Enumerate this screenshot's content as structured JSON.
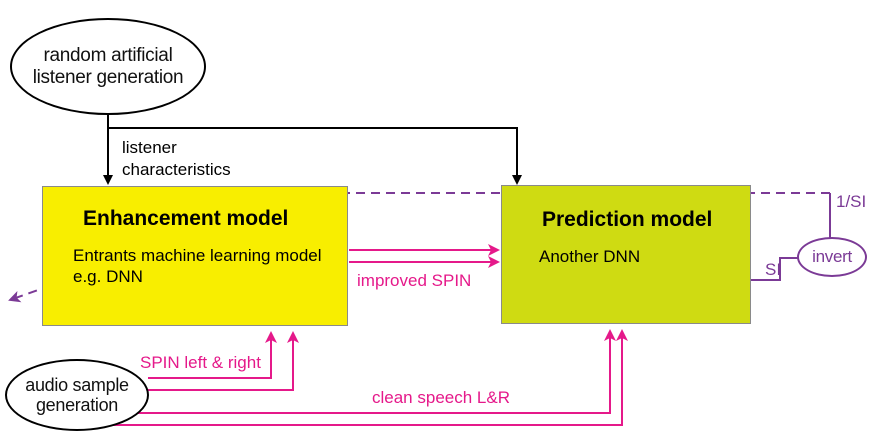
{
  "nodes": {
    "listener_gen": {
      "line1": "random artificial",
      "line2": "listener generation"
    },
    "audio_gen": {
      "line1": "audio sample",
      "line2": "generation"
    },
    "enhancement": {
      "title": "Enhancement model",
      "line1": "Entrants machine learning model",
      "line2": "e.g. DNN"
    },
    "prediction": {
      "title": "Prediction model",
      "line1": "Another DNN"
    },
    "invert": {
      "label": "invert"
    }
  },
  "labels": {
    "listener_char_1": "listener",
    "listener_char_2": "characteristics",
    "improved_spin": "improved SPIN",
    "spin_lr": "SPIN left & right",
    "clean_speech": "clean speech L&R",
    "si": "SI",
    "inv_si": "1/SI"
  },
  "colors": {
    "black_arrows": "#000000",
    "pink_arrows": "#e5198a",
    "purple_feedback": "#7b3a96",
    "enhancement_fill": "#f8ee00",
    "prediction_fill": "#cfdb12"
  }
}
